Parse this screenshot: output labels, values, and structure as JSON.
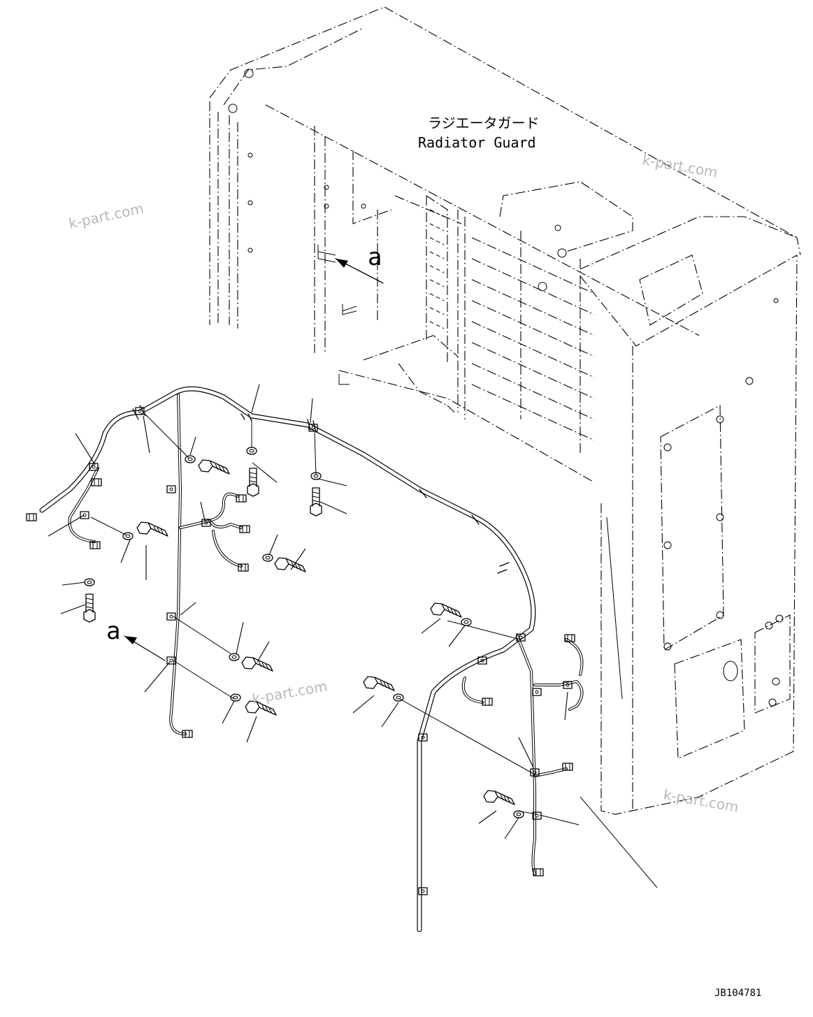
{
  "labels": {
    "japanese_title": "ラジエータガード",
    "english_title": "Radiator Guard",
    "view_mark_upper": "a",
    "view_mark_lower": "a",
    "drawing_number": "JB104781"
  },
  "watermarks": [
    "k-part.com",
    "k-part.com",
    "k-part.com",
    "k-part.com"
  ],
  "icons": {
    "bolt": "hex-bolt-icon",
    "washer": "washer-icon",
    "clamp": "wire-clamp-icon",
    "connector": "connector-icon"
  }
}
